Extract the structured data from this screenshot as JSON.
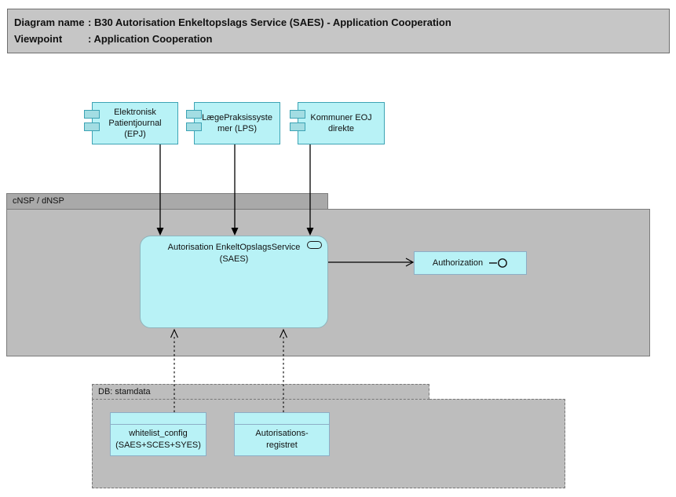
{
  "title_block": {
    "rows": [
      {
        "label": "Diagram name",
        "value": ": B30 Autorisation Enkeltopslags Service (SAES) - Application Cooperation"
      },
      {
        "label": "Viewpoint",
        "value": ": Application Cooperation"
      }
    ]
  },
  "groups": {
    "cnsp": {
      "label": "cNSP / dNSP"
    },
    "db": {
      "label": "DB: stamdata"
    }
  },
  "components": [
    {
      "lines": [
        "Elektronisk",
        "Patientjournal",
        "(EPJ)"
      ]
    },
    {
      "lines": [
        "LægePraksissyste",
        "mer (LPS)"
      ]
    },
    {
      "lines": [
        "Kommuner EOJ",
        "direkte"
      ]
    }
  ],
  "service": {
    "lines": [
      "Autorisation EnkeltOpslagsService",
      "(SAES)"
    ]
  },
  "interface": {
    "label": "Authorization"
  },
  "data_objects": [
    {
      "lines": [
        "whitelist_config",
        "(SAES+SCES+SYES)"
      ]
    },
    {
      "lines": [
        "Autorisations-",
        "registret"
      ]
    }
  ],
  "colors": {
    "node_fill": "#b8f2f6",
    "component_border": "#3da3b4",
    "container_fill": "#bdbdbd",
    "container_tab_fill": "#a9a9a9",
    "title_fill": "#c6c6c6",
    "line": "#000000"
  }
}
